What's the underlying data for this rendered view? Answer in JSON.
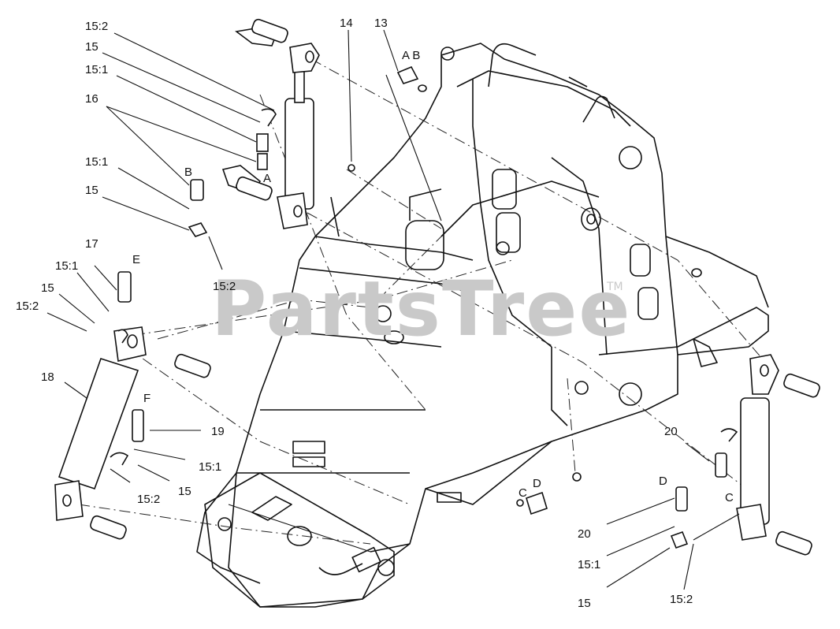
{
  "watermark": {
    "text": "PartsTree",
    "trademark": "TM"
  },
  "callouts": {
    "c_15_2_top": "15:2",
    "c_15_top": "15",
    "c_15_1_top": "15:1",
    "c_16": "16",
    "c_15_1_mid": "15:1",
    "c_15_mid": "15",
    "c_B_left": "B",
    "c_A_left": "A",
    "c_15_2_mid": "15:2",
    "c_14": "14",
    "c_13": "13",
    "c_AB_top": "A B",
    "c_17": "17",
    "c_E": "E",
    "c_15_1_low": "15:1",
    "c_15_low": "15",
    "c_15_2_low": "15:2",
    "c_18": "18",
    "c_F": "F",
    "c_19": "19",
    "c_15_1_bot": "15:1",
    "c_15_2_bot": "15:2",
    "c_15_bot": "15",
    "c_20_right": "20",
    "c_D_mid": "D",
    "c_CD_mid": "C",
    "c_D_right": "D",
    "c_C_right": "C",
    "c_20_bot": "20",
    "c_15_1_br": "15:1",
    "c_15_br": "15",
    "c_15_2_br": "15:2"
  }
}
